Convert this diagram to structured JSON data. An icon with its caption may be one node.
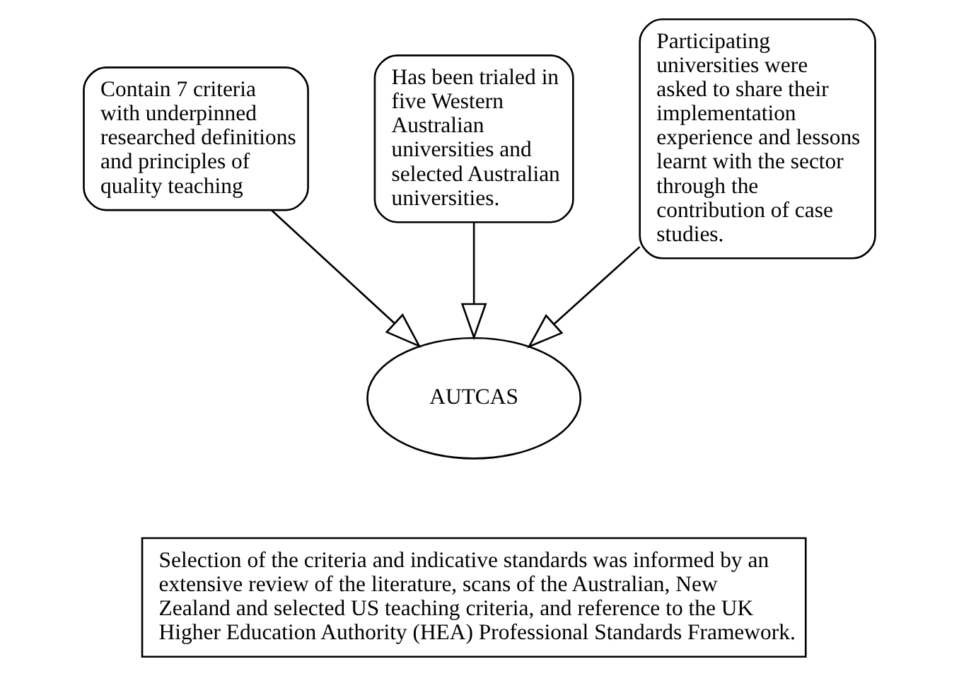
{
  "diagram": {
    "nodes": [
      {
        "text": [
          "Contain 7 criteria with underpinned researched definitions and principles of quality teaching"
        ]
      },
      {
        "text": [
          "Has been trialed in five Western Australian universities and selected Australian universities."
        ]
      },
      {
        "text": [
          "Participating universities were asked to share their implementation experience and lessons learnt with the sector through the contribution of case studies."
        ]
      },
      {
        "text": [
          "AUTCAS"
        ]
      },
      {
        "text": [
          "Selection of the criteria and indicative standards was informed by an extensive review of the literature, scans of the Australian, New Zealand and selected US teaching criteria, and reference to the UK Higher Education Authority (HEA) Professional Standards Framework."
        ]
      }
    ],
    "edges": [
      {
        "from": 0,
        "to": 3,
        "arrow": "to"
      },
      {
        "from": 1,
        "to": 3,
        "arrow": "to"
      },
      {
        "from": 2,
        "to": 3,
        "arrow": "to"
      }
    ]
  }
}
